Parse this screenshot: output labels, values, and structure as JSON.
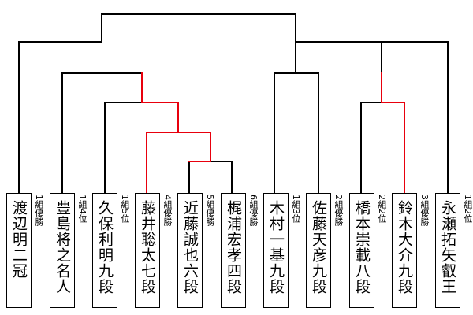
{
  "colors": {
    "line": "#000000",
    "winner_path": "#e8000d"
  },
  "players": [
    {
      "name": "渡辺明二冠",
      "note": "1組優勝"
    },
    {
      "name": "豊島将之名人",
      "note": "1組4位"
    },
    {
      "name": "久保利明九段",
      "note": "1組5位"
    },
    {
      "name": "藤井聡太七段",
      "note": "4組優勝"
    },
    {
      "name": "近藤誠也六段",
      "note": "5組優勝"
    },
    {
      "name": "梶浦宏孝四段",
      "note": "6組優勝"
    },
    {
      "name": "木村一基九段",
      "note": "1組3位"
    },
    {
      "name": "佐藤天彦九段",
      "note": "2組優勝"
    },
    {
      "name": "橋本崇載八段",
      "note": "2組2位"
    },
    {
      "name": "鈴木大介九段",
      "note": "3組優勝"
    },
    {
      "name": "永瀬拓矢叡王",
      "note": "1組2位"
    }
  ]
}
